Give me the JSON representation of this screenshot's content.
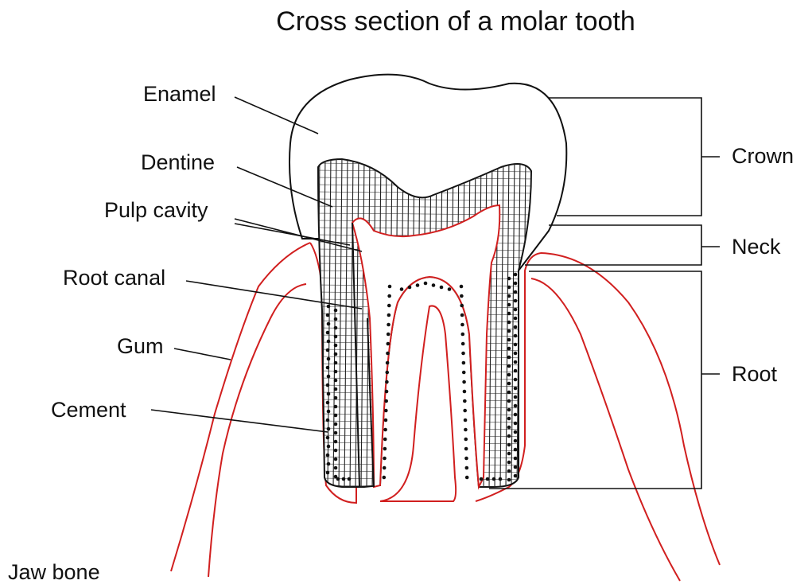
{
  "diagram": {
    "title": "Cross section of a molar tooth",
    "labels": {
      "enamel": "Enamel",
      "dentine": "Dentine",
      "pulp_cavity": "Pulp cavity",
      "root_canal": "Root canal",
      "gum": "Gum",
      "cement": "Cement",
      "jaw_bone": "Jaw bone"
    },
    "regions": {
      "crown": "Crown",
      "neck": "Neck",
      "root": "Root"
    },
    "colors": {
      "outline": "#111111",
      "gum_and_bone": "#d11f1f",
      "background": "#ffffff"
    }
  }
}
